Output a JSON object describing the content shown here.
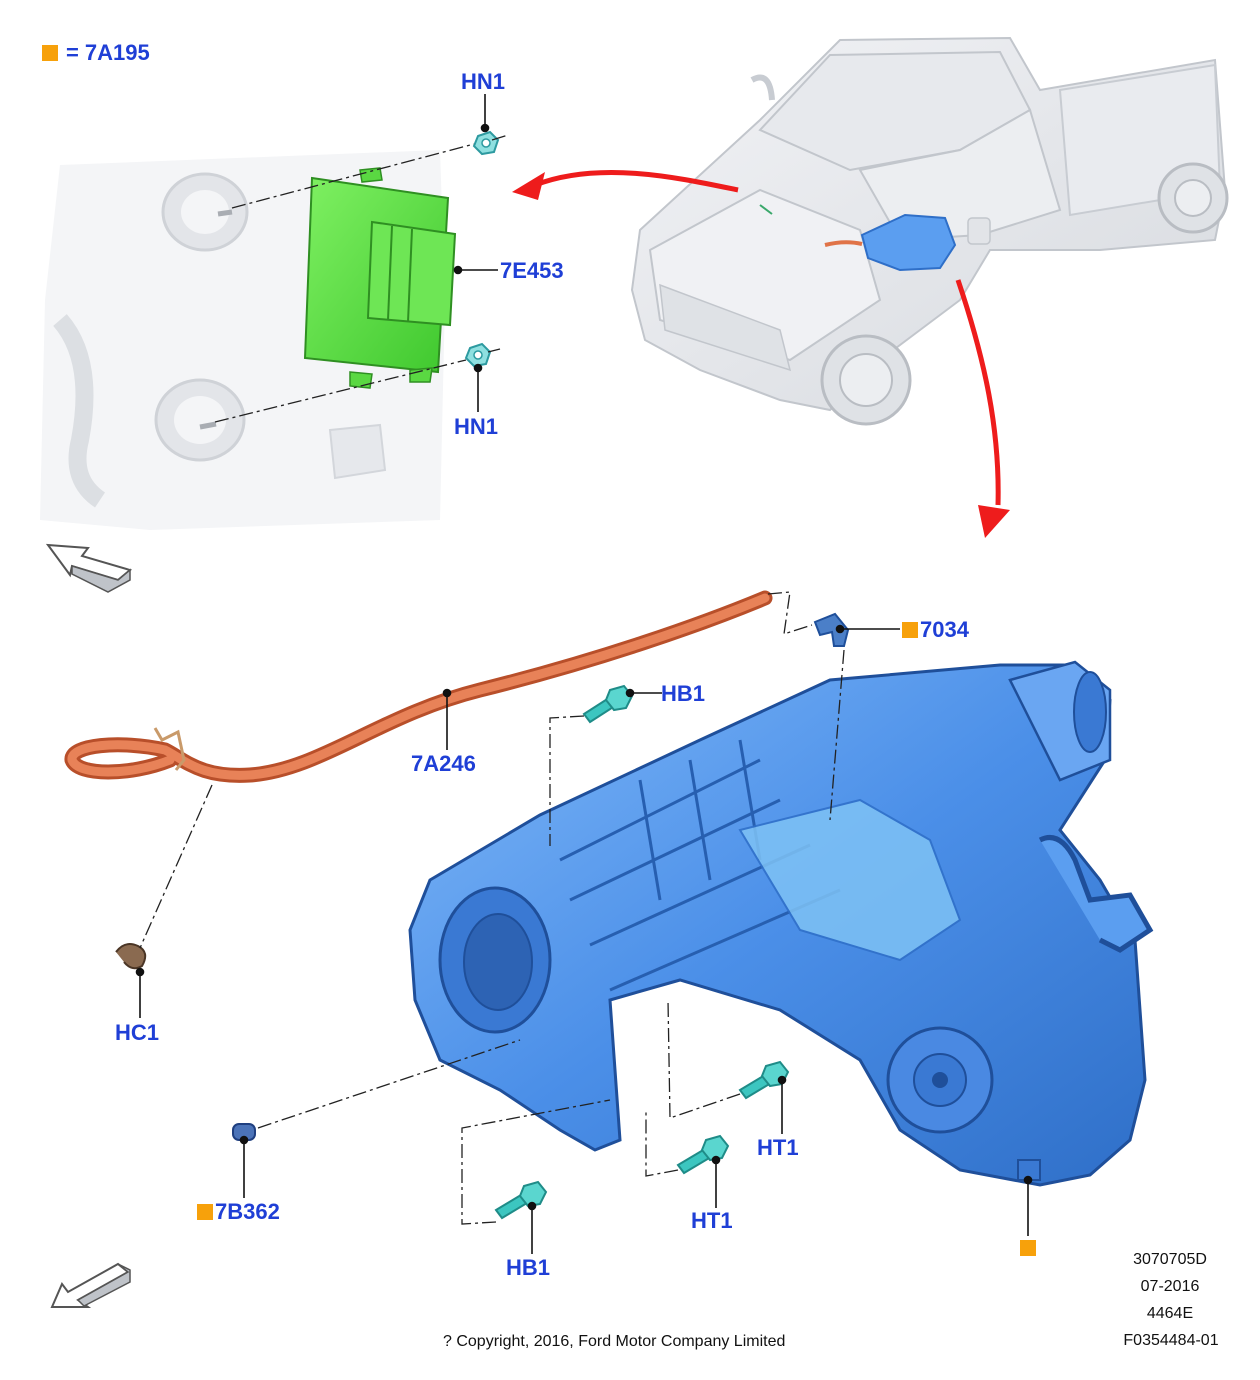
{
  "legend": {
    "marker_color": "#f7a10b",
    "equals": "=",
    "part": "7A195"
  },
  "callouts": {
    "hn1_top": "HN1",
    "hn1_bottom": "HN1",
    "part_7e453": "7E453",
    "part_7034": "7034",
    "hb1_top": "HB1",
    "part_7a246": "7A246",
    "hc1": "HC1",
    "part_7b362": "7B362",
    "ht1_right": "HT1",
    "ht1_left": "HT1",
    "hb1_bottom": "HB1"
  },
  "meta": {
    "ref1": "3070705D",
    "date": "07-2016",
    "code": "4464E",
    "figure_id": "F0354484-01"
  },
  "copyright": "? Copyright, 2016, Ford Motor Company Limited",
  "colors": {
    "label_blue": "#1f3fd6",
    "module_green": "#5fe64a",
    "transfer_case_blue": "#4d93ec",
    "hose_orange": "#e07347",
    "bolt_teal": "#3cc6c0",
    "marker_orange": "#f7a10b",
    "callout_arrow_red": "#ee1c1c"
  }
}
